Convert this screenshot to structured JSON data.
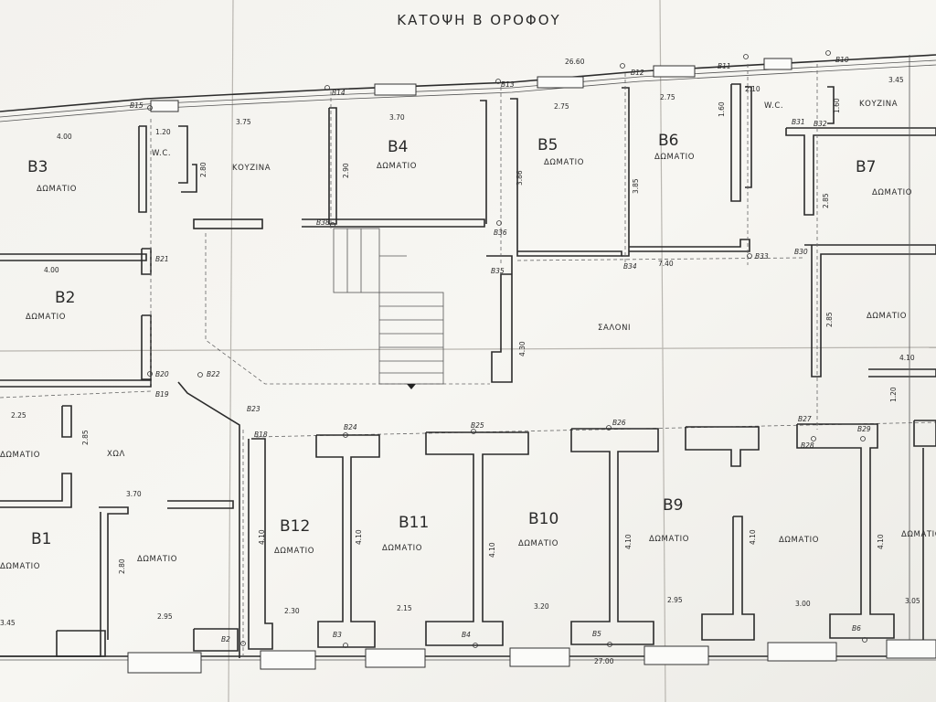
{
  "title": "ΚΑΤΟΨΗ   Β ΟΡΟΦΟΥ",
  "rooms": [
    {
      "code": "B3",
      "name": "ΔΩΜΑΤΙΟ"
    },
    {
      "code": "B2",
      "name": "ΔΩΜΑΤΙΟ"
    },
    {
      "code": "B1",
      "name": "ΔΩΜΑΤΙΟ"
    },
    {
      "code": "B4",
      "name": "ΔΩΜΑΤΙΟ"
    },
    {
      "code": "B5",
      "name": "ΔΩΜΑΤΙΟ"
    },
    {
      "code": "B6",
      "name": "ΔΩΜΑΤΙΟ"
    },
    {
      "code": "B7",
      "name": "ΔΩΜΑΤΙΟ"
    },
    {
      "code": "B12",
      "name": "ΔΩΜΑΤΙΟ"
    },
    {
      "code": "B11",
      "name": "ΔΩΜΑΤΙΟ"
    },
    {
      "code": "B10",
      "name": "ΔΩΜΑΤΙΟ"
    },
    {
      "code": "B9",
      "name": "ΔΩΜΑΤΙΟ"
    }
  ],
  "room_labels": [
    "ΔΩΜΑΤΙΟ",
    "ΔΩΜΑΤΙΟ",
    "ΔΩΜΑΤΙΟ",
    "ΔΩΜΑΤΙΟ",
    "ΔΩΜΑΤΙΟ",
    "ΔΩΜΑΤΙΟ",
    "ΚΟΥΖΙΝΑ",
    "ΚΟΥΖΙΝΑ",
    "W.C.",
    "W.C.",
    "ΣΑΛΟΝΙ",
    "ΧΩΛ"
  ],
  "dimensions": [
    "26.60",
    "4.00",
    "1.20",
    "3.75",
    "2.80",
    "2.90",
    "3.70",
    "3.86",
    "2.75",
    "3.85",
    "2.75",
    "1.60",
    "2.10",
    "1.60",
    "3.45",
    "2.85",
    "4.00",
    "7.40",
    "4.30",
    "2.85",
    "4.10",
    "1.20",
    "2.25",
    "2.85",
    "3.70",
    "2.80",
    "2.95",
    "3.45",
    "4.10",
    "2.30",
    "4.10",
    "2.15",
    "4.10",
    "3.20",
    "4.10",
    "2.95",
    "4.10",
    "3.00",
    "4.10",
    "3.05",
    "27.00"
  ],
  "columns": [
    "Β15",
    "Β14",
    "Β13",
    "Β12",
    "Β11",
    "Β10",
    "Β31",
    "Β32",
    "Β38",
    "Β36",
    "Β35",
    "Β34",
    "Β33",
    "Β30",
    "Β21",
    "Β20",
    "Β22",
    "Β19",
    "Β23",
    "Β18",
    "Β24",
    "Β25",
    "Β26",
    "Β27",
    "Β28",
    "Β29",
    "Β2",
    "Β3",
    "Β4",
    "Β5",
    "Β6"
  ]
}
